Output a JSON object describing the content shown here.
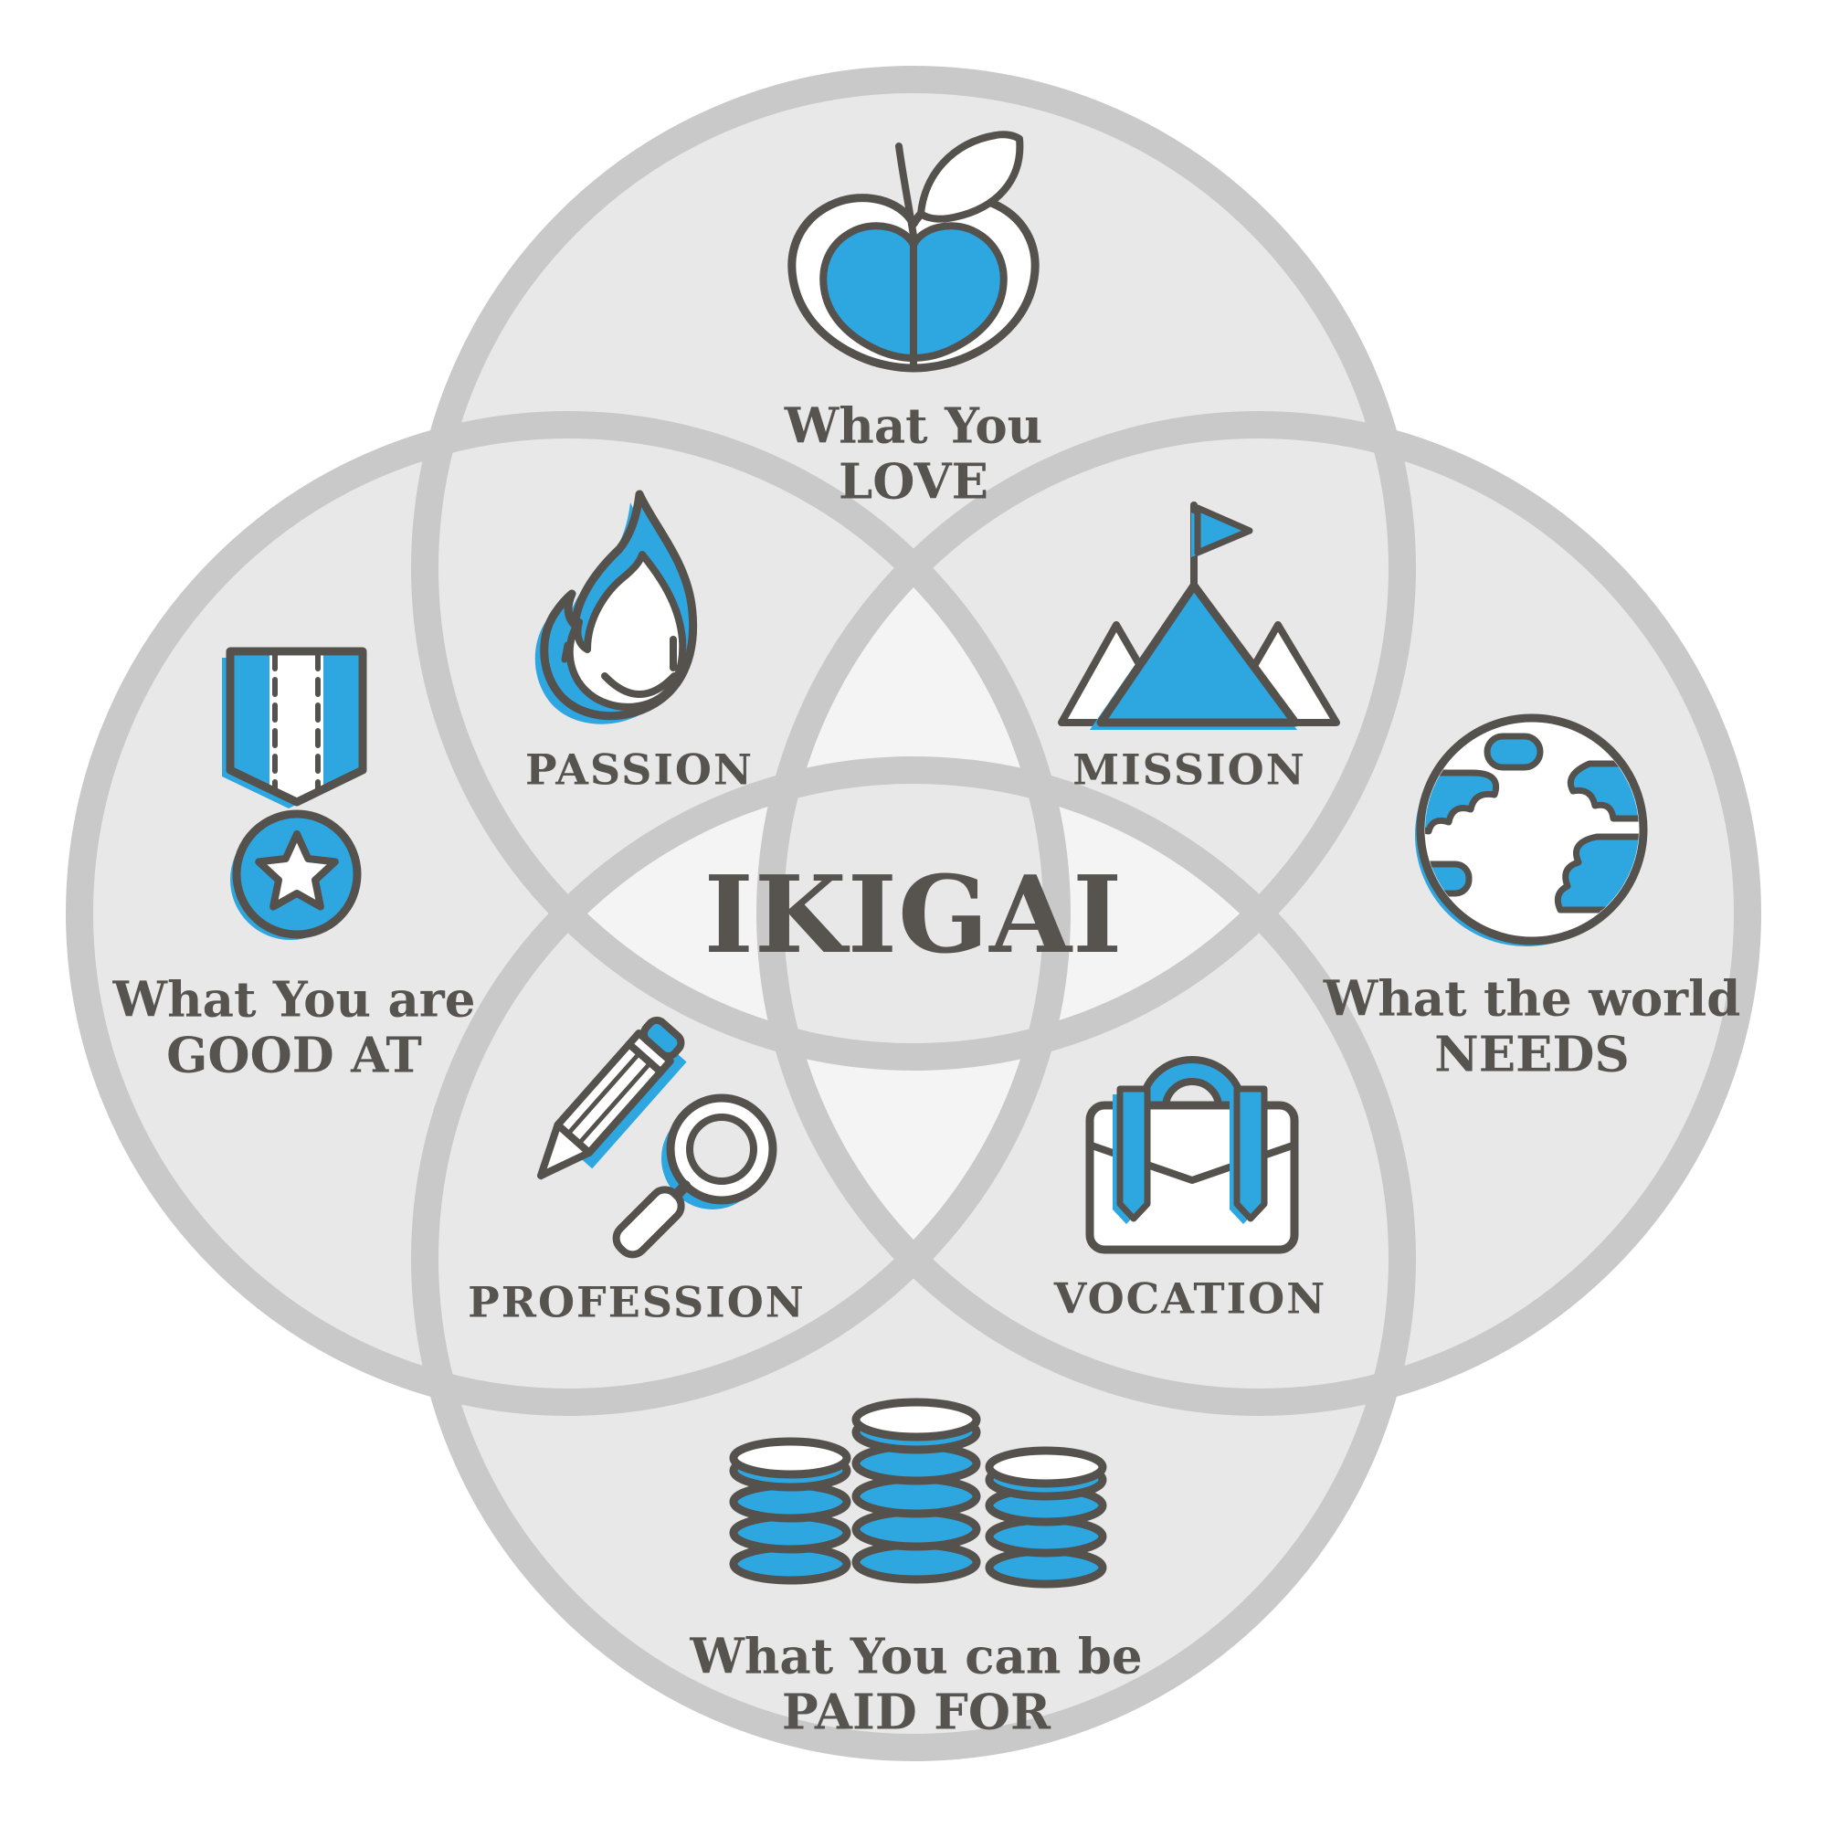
{
  "diagram": {
    "center_label": "IKIGAI",
    "circles": [
      {
        "id": "love",
        "label_line1": "What You",
        "label_line2": "LOVE",
        "icon": "heart-apple-icon"
      },
      {
        "id": "good-at",
        "label_line1": "What You are",
        "label_line2": "GOOD AT",
        "icon": "medal-icon"
      },
      {
        "id": "needs",
        "label_line1": "What the world",
        "label_line2": "NEEDS",
        "icon": "globe-icon"
      },
      {
        "id": "paid-for",
        "label_line1": "What You can be",
        "label_line2": "PAID FOR",
        "icon": "coins-icon"
      }
    ],
    "overlaps": [
      {
        "id": "passion",
        "label": "PASSION",
        "icon": "flame-icon"
      },
      {
        "id": "mission",
        "label": "MISSION",
        "icon": "mountain-flag-icon"
      },
      {
        "id": "profession",
        "label": "PROFESSION",
        "icon": "pencil-magnifier-icon"
      },
      {
        "id": "vocation",
        "label": "VOCATION",
        "icon": "briefcase-icon"
      }
    ],
    "colors": {
      "accent_blue": "#2ea6e0",
      "outline_dark": "#55514d",
      "circle_fill": "#e8e8e8",
      "circle_ring": "#c9c9c9",
      "text": "#57534f",
      "background": "#ffffff"
    }
  }
}
